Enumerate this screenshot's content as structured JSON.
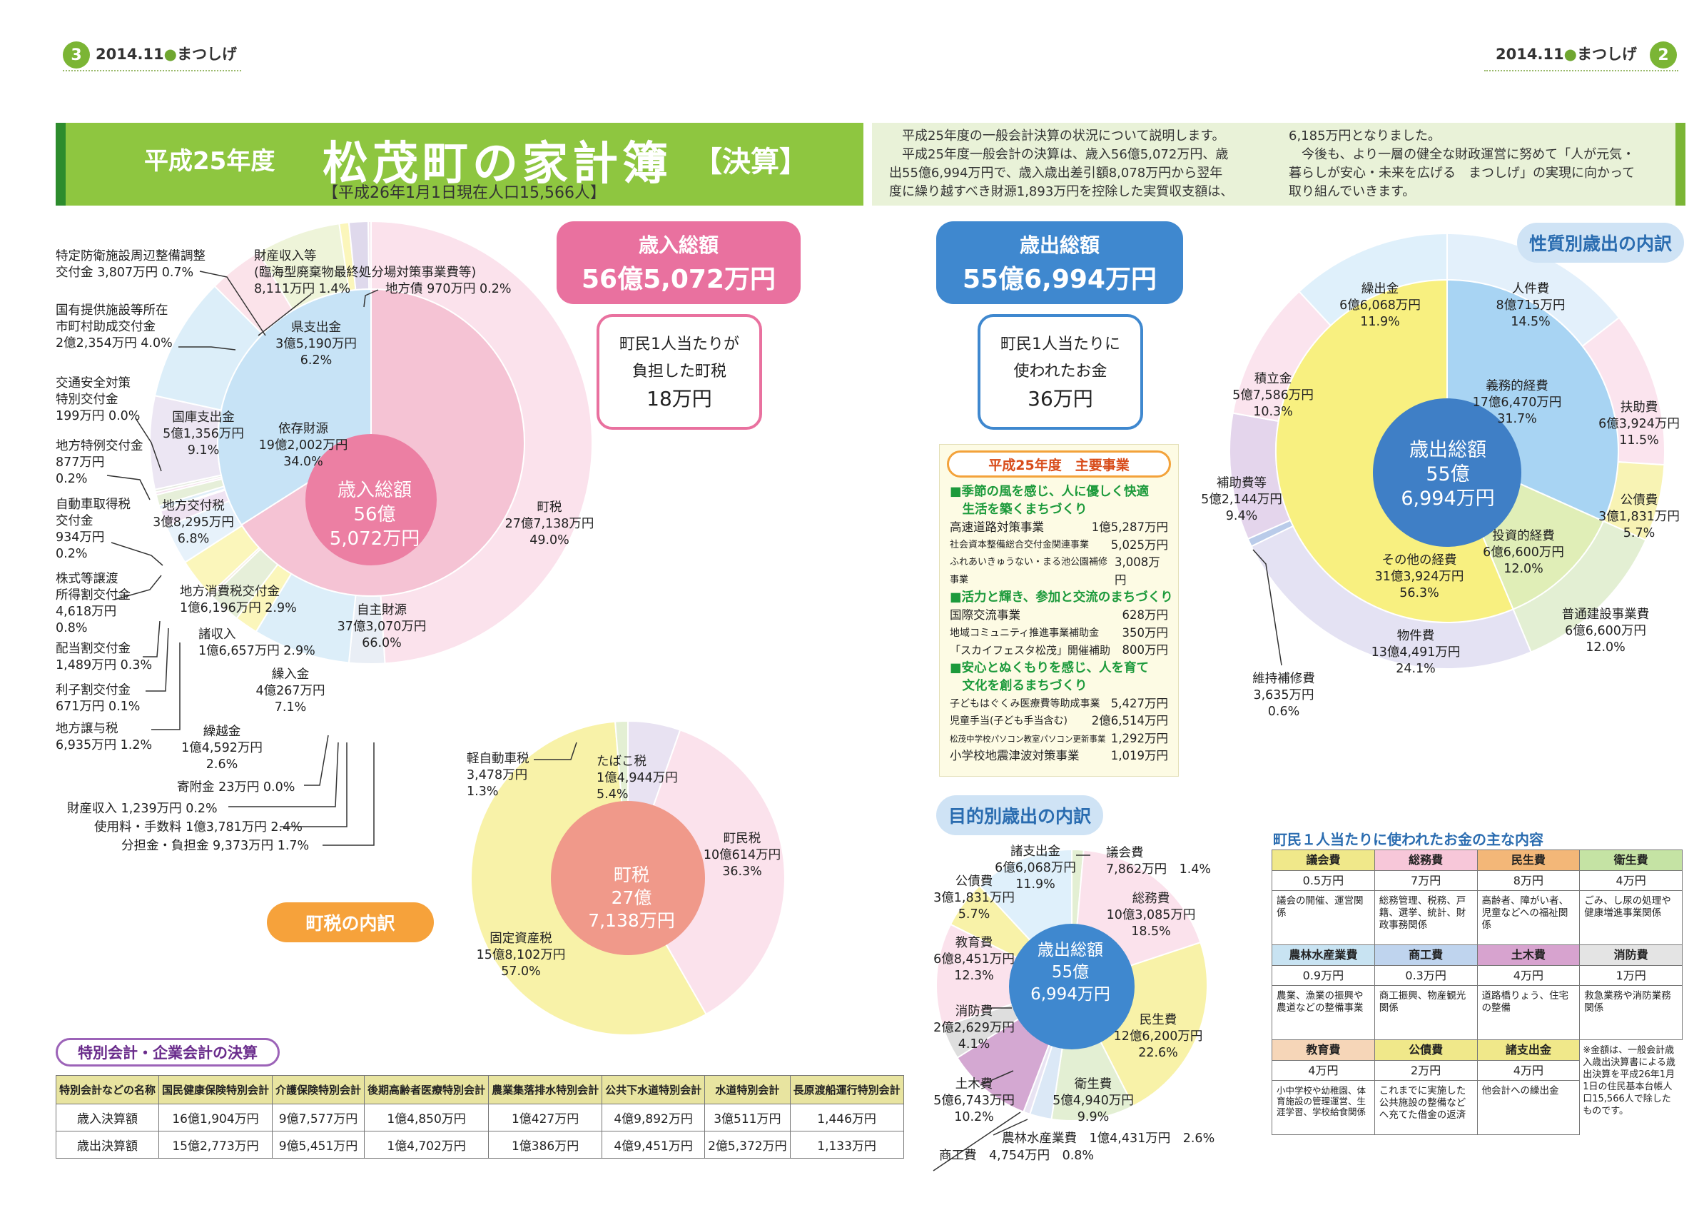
{
  "header": {
    "left_num": "3",
    "right_num": "2",
    "date": "2014.11",
    "dot": "●",
    "name": "まつしげ"
  },
  "title": {
    "year": "平成25年度",
    "main": "松茂町の家計簿",
    "suffix": "【決算】",
    "population": "【平成26年1月1日現在人口15,566人】"
  },
  "intro": {
    "col1": [
      "平成25年度の一般会計決算の状況について説明します。",
      "平成25年度一般会計の決算は、歳入56億5,072万円、歳",
      "出55億6,994万円で、歳入歳出差引額8,078万円から翌年",
      "度に繰り越すべき財源1,893万円を控除した実質収支額は、"
    ],
    "col2": [
      "6,185万円となりました。",
      "今後も、より一層の健全な財政運営に努めて「人が元気・",
      "暮らしが安心・未来を広げる　まつしげ」の実現に向かって",
      "取り組んでいきます。"
    ]
  },
  "revenue": {
    "pill_title": "歳入総額",
    "pill_value": "56億5,072万円",
    "per_capita": [
      "町民1人当たりが",
      "負担した町税",
      "18万円"
    ],
    "center": [
      "歳入総額",
      "56億",
      "5,072万円"
    ],
    "inner_labels": [
      [
        "依存財源",
        "19億2,002万円",
        "34.0%"
      ],
      [
        "自主財源",
        "37億3,070万円",
        "66.0%"
      ]
    ],
    "outer_labels": [
      [
        "町税",
        "27億7,138万円",
        "49.0%"
      ],
      [
        "県支出金",
        "3億5,190万円",
        "6.2%"
      ],
      [
        "国庫支出金",
        "5億1,356万円",
        "9.1%"
      ],
      [
        "地方交付税",
        "3億8,295万円",
        "6.8%"
      ],
      [
        "地方消費税交付金",
        "1億6,196万円 2.9%"
      ],
      [
        "諸収入",
        "1億6,657万円 2.9%"
      ],
      [
        "繰入金",
        "4億267万円",
        "7.1%"
      ],
      [
        "繰越金",
        "1億4,592万円",
        "2.6%"
      ]
    ],
    "callouts": [
      [
        "特定防衛施設周辺整備調整",
        "交付金 3,807万円 0.7%"
      ],
      [
        "財産収入等",
        "(臨海型廃棄物最終処分場対策事業費等)",
        "8,111万円 1.4%"
      ],
      [
        "地方債 970万円 0.2%"
      ],
      [
        "国有提供施設等所在",
        "市町村助成交付金",
        "2億2,354万円 4.0%"
      ],
      [
        "交通安全対策",
        "特別交付金",
        "199万円 0.0%"
      ],
      [
        "地方特例交付金",
        "877万円",
        "0.2%"
      ],
      [
        "自動車取得税",
        "交付金",
        "934万円",
        "0.2%"
      ],
      [
        "株式等譲渡",
        "所得割交付金",
        "4,618万円",
        "0.8%"
      ],
      [
        "配当割交付金",
        "1,489万円 0.3%"
      ],
      [
        "利子割交付金",
        "671万円 0.1%"
      ],
      [
        "地方譲与税",
        "6,935万円 1.2%"
      ],
      [
        "寄附金 23万円 0.0%"
      ],
      [
        "財産収入 1,239万円 0.2%"
      ],
      [
        "使用料・手数料 1億3,781万円 2.4%"
      ],
      [
        "分担金・負担金 9,373万円 1.7%"
      ]
    ]
  },
  "tax": {
    "tag": "町税の内訳",
    "center": [
      "町税",
      "27億",
      "7,138万円"
    ],
    "labels": [
      [
        "たばこ税",
        "1億4,944万円",
        "5.4%"
      ],
      [
        "町民税",
        "10億614万円",
        "36.3%"
      ],
      [
        "固定資産税",
        "15億8,102万円",
        "57.0%"
      ],
      [
        "軽自動車税",
        "3,478万円",
        "1.3%"
      ]
    ]
  },
  "expense": {
    "pill_title": "歳出総額",
    "pill_value": "55億6,994万円",
    "per_capita": [
      "町民1人当たりに",
      "使われたお金",
      "36万円"
    ]
  },
  "projects": {
    "header": "平成25年度　主要事業",
    "groups": [
      {
        "title": [
          "■季節の風を感じ、人に優しく快適",
          "　生活を築くまちづくり"
        ],
        "rows": [
          [
            "高速道路対策事業",
            "1億5,287万円"
          ],
          [
            "社会資本整備総合交付金関連事業",
            "5,025万円"
          ],
          [
            "ふれあいきゅうない・まる池公園補修事業",
            "3,008万円"
          ]
        ]
      },
      {
        "title": [
          "■活力と輝き、参加と交流のまちづくり"
        ],
        "rows": [
          [
            "国際交流事業",
            "628万円"
          ],
          [
            "地域コミュニティ推進事業補助金",
            "350万円"
          ],
          [
            "「スカイフェスタ松茂」開催補助",
            "800万円"
          ]
        ]
      },
      {
        "title": [
          "■安心とぬくもりを感じ、人を育て",
          "　文化を創るまちづくり"
        ],
        "rows": [
          [
            "子どもはぐくみ医療費等助成事業",
            "5,427万円"
          ],
          [
            "児童手当(子ども手当含む)",
            "2億6,514万円"
          ],
          [
            "松茂中学校パソコン教室パソコン更新事業",
            "1,292万円"
          ],
          [
            "小学校地震津波対策事業",
            "1,019万円"
          ]
        ]
      }
    ]
  },
  "nature": {
    "tag": "性質別歳出の内訳",
    "center": [
      "歳出総額",
      "55億",
      "6,994万円"
    ],
    "inner_labels": [
      [
        "義務的経費",
        "17億6,470万円",
        "31.7%"
      ],
      [
        "投資的経費",
        "6億6,600万円",
        "12.0%"
      ],
      [
        "その他の経費",
        "31億3,924万円",
        "56.3%"
      ]
    ],
    "outer_labels": [
      [
        "人件費",
        "8億715万円",
        "14.5%"
      ],
      [
        "扶助費",
        "6億3,924万円",
        "11.5%"
      ],
      [
        "公債費",
        "3億1,831万円",
        "5.7%"
      ],
      [
        "普通建設事業費",
        "6億6,600万円",
        "12.0%"
      ],
      [
        "物件費",
        "13億4,491万円",
        "24.1%"
      ],
      [
        "維持補修費",
        "3,635万円",
        "0.6%"
      ],
      [
        "補助費等",
        "5億2,144万円",
        "9.4%"
      ],
      [
        "積立金",
        "5億7,586万円",
        "10.3%"
      ],
      [
        "繰出金",
        "6億6,068万円",
        "11.9%"
      ]
    ]
  },
  "purpose": {
    "tag": "目的別歳出の内訳",
    "center": [
      "歳出総額",
      "55億",
      "6,994万円"
    ],
    "labels": [
      [
        "議会費",
        "7,862万円　1.4%"
      ],
      [
        "総務費",
        "10億3,085万円",
        "18.5%"
      ],
      [
        "民生費",
        "12億6,200万円",
        "22.6%"
      ],
      [
        "衛生費",
        "5億4,940万円",
        "9.9%"
      ],
      [
        "農林水産業費　1億4,431万円　2.6%"
      ],
      [
        "商工費　4,754万円　0.8%"
      ],
      [
        "土木費",
        "5億6,743万円",
        "10.2%"
      ],
      [
        "消防費",
        "2億2,629万円",
        "4.1%"
      ],
      [
        "教育費",
        "6億8,451万円",
        "12.3%"
      ],
      [
        "公債費",
        "3億1,831万円",
        "5.7%"
      ],
      [
        "諸支出金",
        "6億6,068万円",
        "11.9%"
      ]
    ]
  },
  "special": {
    "tag": "特別会計・企業会計の決算",
    "headers": [
      "特別会計などの名称",
      "国民健康保険特別会計",
      "介護保険特別会計",
      "後期高齢者医療特別会計",
      "農業集落排水特別会計",
      "公共下水道特別会計",
      "水道特別会計",
      "長原渡船運行特別会計"
    ],
    "rows": [
      [
        "歳入決算額",
        "16億1,904万円",
        "9億7,577万円",
        "1億4,850万円",
        "1億427万円",
        "4億9,892万円",
        "3億511万円",
        "1,446万円"
      ],
      [
        "歳出決算額",
        "15億2,773万円",
        "9億5,451万円",
        "1億4,702万円",
        "1億386万円",
        "4億9,451万円",
        "2億5,372万円",
        "1,133万円"
      ]
    ]
  },
  "percap": {
    "title": "町民１人当たりに使われたお金の主な内容",
    "row1": [
      {
        "name": "議会費",
        "value": "0.5万円",
        "desc": "議会の開催、運営関係"
      },
      {
        "name": "総務費",
        "value": "7万円",
        "desc": "総務管理、税務、戸籍、選挙、統計、財政事務関係"
      },
      {
        "name": "民生費",
        "value": "8万円",
        "desc": "高齢者、障がい者、児童などへの福祉関係"
      },
      {
        "name": "衛生費",
        "value": "4万円",
        "desc": "ごみ、し尿の処理や健康増進事業関係"
      }
    ],
    "row2": [
      {
        "name": "農林水産業費",
        "value": "0.9万円",
        "desc": "農業、漁業の振興や農道などの整備事業"
      },
      {
        "name": "商工費",
        "value": "0.3万円",
        "desc": "商工振興、物産観光関係"
      },
      {
        "name": "土木費",
        "value": "4万円",
        "desc": "道路橋りょう、住宅の整備"
      },
      {
        "name": "消防費",
        "value": "1万円",
        "desc": "救急業務や消防業務関係"
      }
    ],
    "row3": [
      {
        "name": "教育費",
        "value": "4万円",
        "desc": "小中学校や幼稚園、体育施設の管理運営、生涯学習、学校給食関係"
      },
      {
        "name": "公債費",
        "value": "2万円",
        "desc": "これまでに実施した公共施設の整備などへ充てた借金の返済"
      },
      {
        "name": "諸支出金",
        "value": "4万円",
        "desc": "他会計への繰出金"
      }
    ],
    "note": "※金額は、一般会計歳入歳出決算書による歳出決算を平成26年1月1日の住民基本台帳人口15,566人で除したものです。"
  },
  "colors": {
    "green": "#8ec640",
    "pink": "#e9719f",
    "blue": "#3f88cf",
    "orange": "#f6a23b"
  }
}
